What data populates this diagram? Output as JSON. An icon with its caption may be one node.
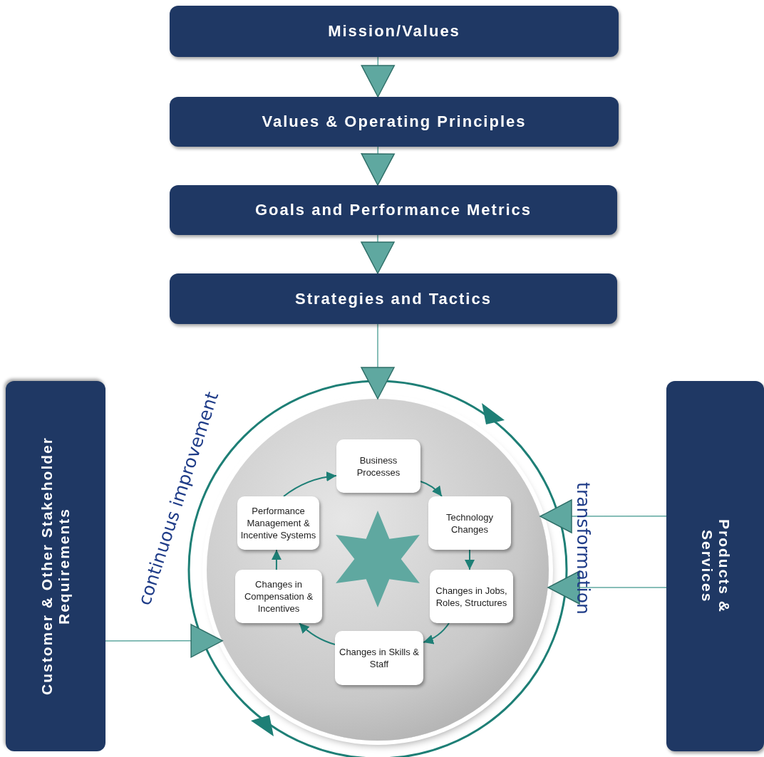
{
  "diagram": {
    "nodes": [
      {
        "text": [
          "Mission/Values"
        ]
      },
      {
        "text": [
          "Values & Operating Principles"
        ]
      },
      {
        "text": [
          "Goals and Performance Metrics"
        ]
      },
      {
        "text": [
          "Strategies and Tactics"
        ]
      },
      {
        "text": [
          "Customer & Other Stakeholder Requirements"
        ]
      },
      {
        "text": [],
        "shape": "circle",
        "beside": [
          "continuous improvement",
          "transformation"
        ]
      },
      {
        "text": [
          "Business Processes"
        ],
        "in": 5
      },
      {
        "text": [
          "Technology Changes"
        ],
        "in": 5
      },
      {
        "text": [
          "Changes in Jobs, Roles, Structures"
        ],
        "in": 5
      },
      {
        "text": [
          "Changes in Skills & Staff"
        ],
        "in": 5
      },
      {
        "text": [
          "Changes in Compensation & Incentives"
        ],
        "in": 5
      },
      {
        "text": [
          "Performance Management & Incentive Systems"
        ],
        "in": 5
      },
      {
        "text": [],
        "shape": "star",
        "in": 5
      },
      {
        "text": [
          "Products & Services"
        ]
      }
    ],
    "edges": [
      {
        "from": 0,
        "to": 1,
        "arrow": "to"
      },
      {
        "from": 1,
        "to": 2,
        "arrow": "to"
      },
      {
        "from": 2,
        "to": 3,
        "arrow": "to"
      },
      {
        "from": 3,
        "to": 5,
        "arrow": "to"
      },
      {
        "from": 4,
        "to": 5,
        "arrow": "to"
      },
      {
        "from": 13,
        "to": 5,
        "arrow": "to"
      },
      {
        "from": 13,
        "to": 5,
        "arrow": "to"
      },
      {
        "from": 6,
        "to": 7,
        "arrow": "to"
      },
      {
        "from": 7,
        "to": 8,
        "arrow": "to"
      },
      {
        "from": 8,
        "to": 9,
        "arrow": "to"
      },
      {
        "from": 9,
        "to": 10,
        "arrow": "to"
      },
      {
        "from": 10,
        "to": 11,
        "arrow": "to"
      },
      {
        "from": 11,
        "to": 6,
        "arrow": "to"
      }
    ]
  }
}
